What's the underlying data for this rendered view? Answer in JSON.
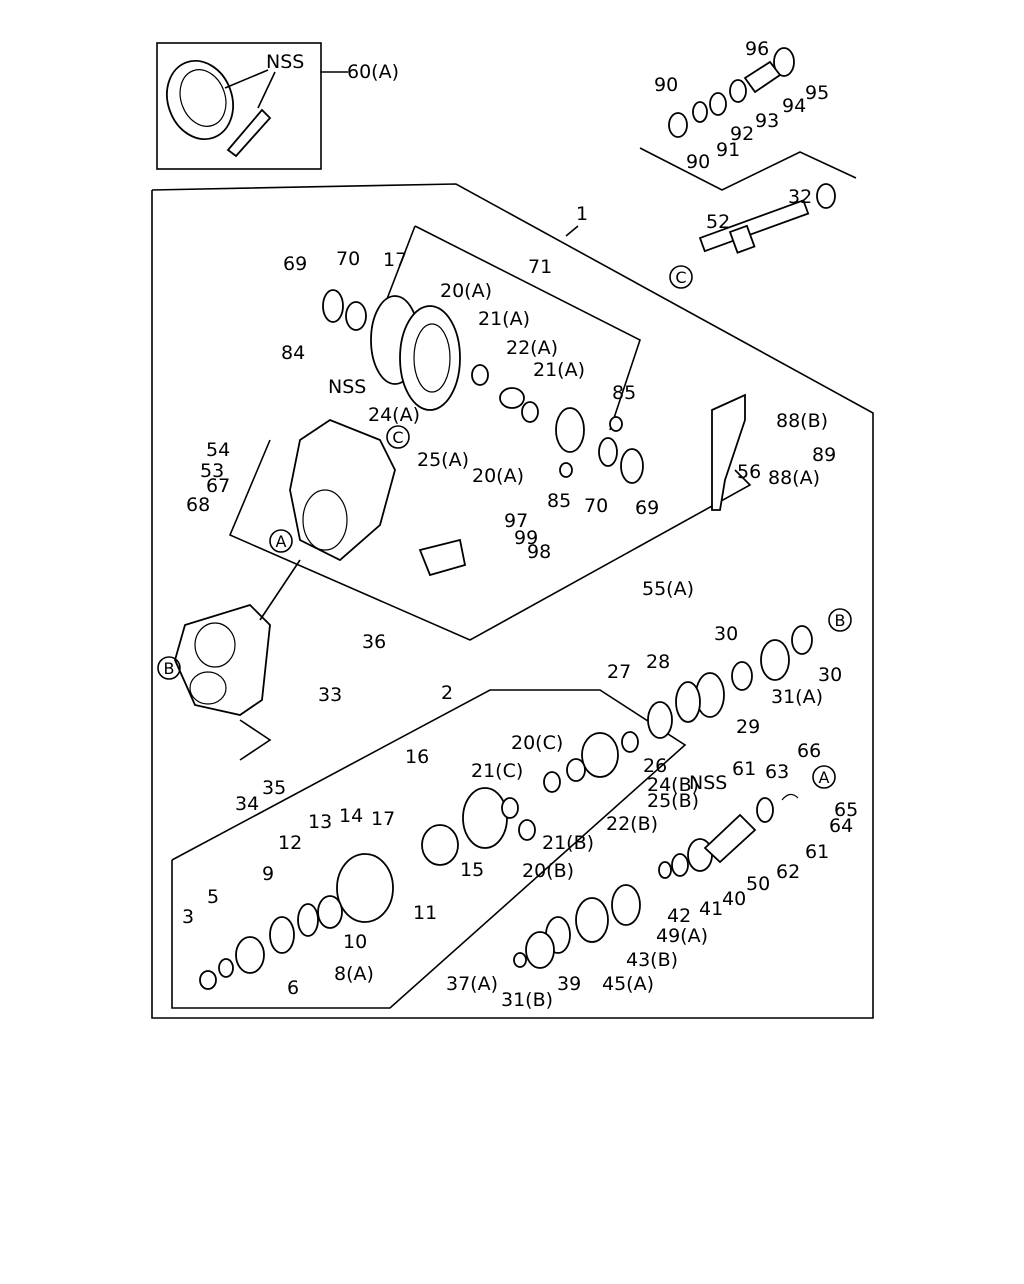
{
  "diagram": {
    "labels": [
      "NSS",
      "60(A)",
      "96",
      "95",
      "90",
      "93",
      "94",
      "92",
      "90",
      "91",
      "32",
      "52",
      "1",
      "71",
      "69",
      "70",
      "17",
      "20(A)",
      "21(A)",
      "22(A)",
      "21(A)",
      "84",
      "NSS",
      "24(A)",
      "85",
      "88(B)",
      "89",
      "54",
      "53",
      "25(A)",
      "20(A)",
      "56",
      "88(A)",
      "67",
      "68",
      "85",
      "70",
      "69",
      "97",
      "99",
      "98",
      "55(A)",
      "36",
      "30",
      "30",
      "28",
      "27",
      "31(A)",
      "2",
      "33",
      "29",
      "20(C)",
      "26",
      "24(B)",
      "25(B)",
      "22(B)",
      "21(C)",
      "16",
      "66",
      "NSS",
      "61",
      "63",
      "65",
      "64",
      "61",
      "17",
      "14",
      "13",
      "12",
      "21(B)",
      "20(B)",
      "15",
      "62",
      "9",
      "5",
      "11",
      "10",
      "50",
      "42",
      "41",
      "40",
      "3",
      "49(A)",
      "43(B)",
      "8(A)",
      "6",
      "37(A)",
      "39",
      "45(A)",
      "31(B)",
      "35",
      "34"
    ],
    "callouts": [
      "C",
      "C",
      "A",
      "B",
      "B",
      "A"
    ]
  }
}
